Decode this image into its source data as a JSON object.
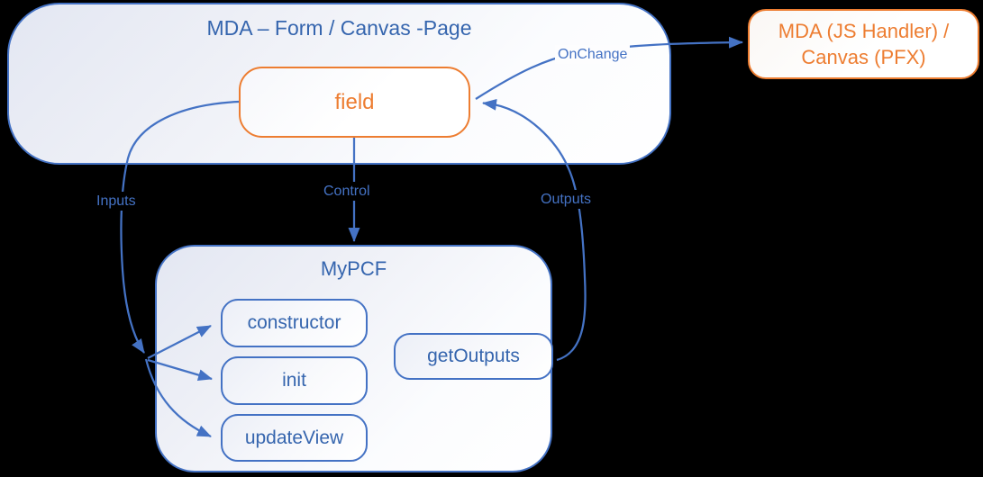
{
  "colors": {
    "line_blue": "#4472C4",
    "text_blue": "#3565AE",
    "label_blue": "#4472C4",
    "orange": "#ED7D31",
    "background": "#000000"
  },
  "form_container": {
    "title": "MDA – Form / Canvas -Page"
  },
  "field_box": {
    "label": "field"
  },
  "handler_box": {
    "title_line1": "MDA (JS Handler) /",
    "title_line2": "Canvas (PFX)"
  },
  "pcf_container": {
    "title": "MyPCF",
    "methods": [
      "constructor",
      "init",
      "updateView"
    ],
    "output_method": "getOutputs"
  },
  "edge_labels": {
    "inputs": "Inputs",
    "control": "Control",
    "outputs": "Outputs",
    "onchange": "OnChange"
  }
}
